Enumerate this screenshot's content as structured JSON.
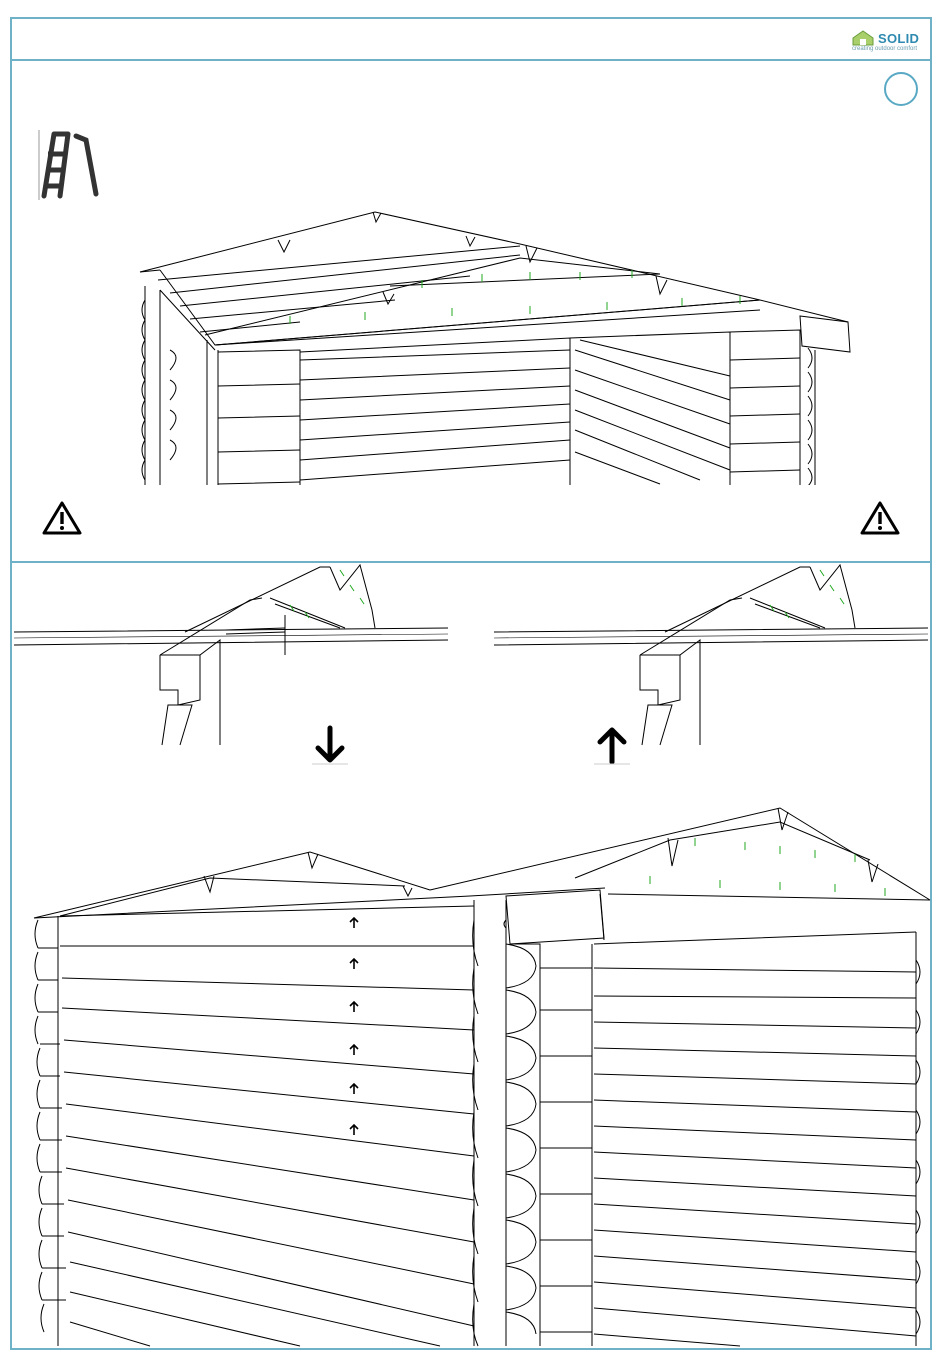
{
  "header": {
    "brand": "SOLID",
    "tagline": "creating outdoor comfort"
  },
  "colors": {
    "frame": "#6fb2c8",
    "accent": "#2e8ab0",
    "nail_marks": "#22aa22",
    "lines": "#000000"
  },
  "icons": {
    "step": "step-number-circle",
    "tool": "ladder-icon",
    "warning": "warning-triangle-icon",
    "direction_down": "arrow-down-icon",
    "direction_up": "arrow-up-icon",
    "plank_direction": "small-arrow-up-icon"
  }
}
